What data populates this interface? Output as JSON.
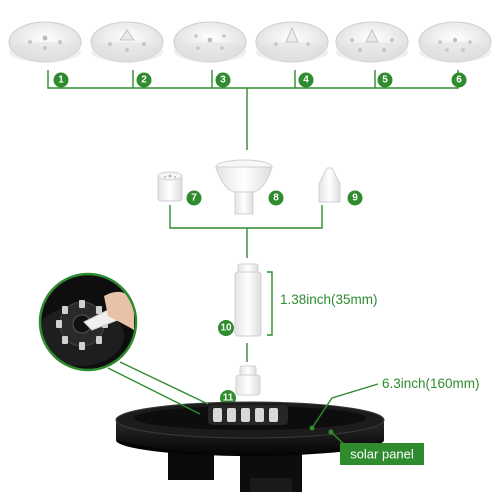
{
  "nozzle_badges": [
    "1",
    "2",
    "3",
    "4",
    "5",
    "6"
  ],
  "mid_badges": [
    "7",
    "8",
    "9"
  ],
  "tube_badge": "10",
  "connector_badge": "11",
  "tube_height_label": "1.38inch(35mm)",
  "diameter_label": "6.3inch(160mm)",
  "solar_panel_label": "solar panel",
  "accent_color": "#2e8b2e",
  "part_color": "#f2f2f2",
  "fountain_body_color": "#111111"
}
